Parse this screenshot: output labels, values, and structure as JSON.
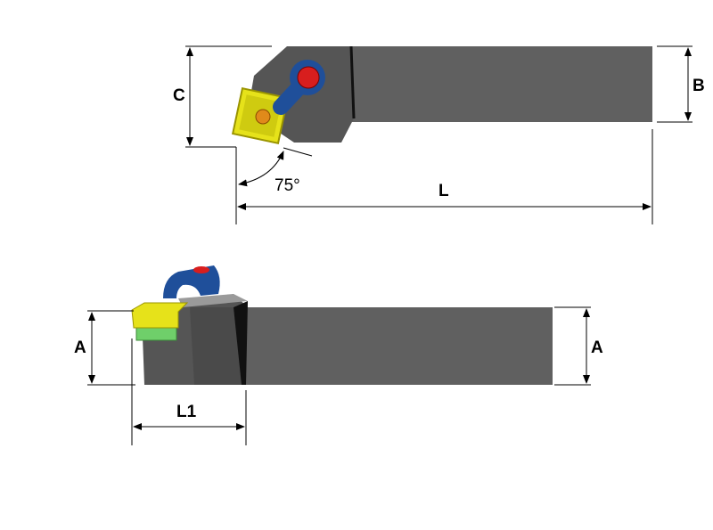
{
  "title": "Tool holder dimension drawing",
  "labels": {
    "c": "C",
    "b": "B",
    "angle": "75°",
    "l": "L",
    "a_left": "A",
    "a_right": "A",
    "l1": "L1"
  },
  "colors": {
    "shank": "#606060",
    "head_dark": "#4a4a4a",
    "insert": "#e6e21a",
    "shim": "#6fcf6a",
    "clamp": "#1f4f9a",
    "screw": "#d81e1e",
    "insert_screw": "#e08a1a"
  }
}
